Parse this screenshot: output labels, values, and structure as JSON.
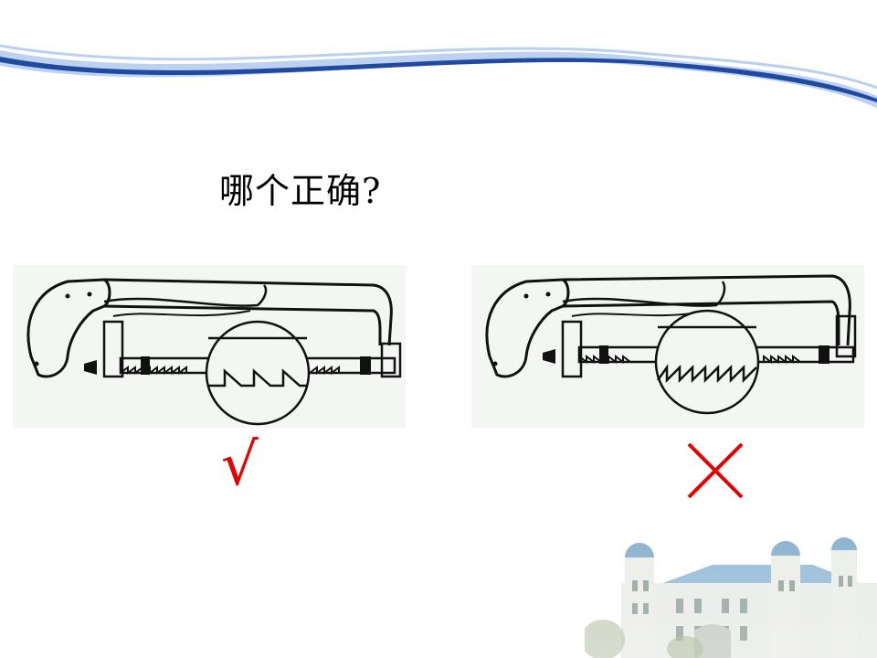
{
  "question": "哪个正确?",
  "marks": {
    "correct": "√",
    "wrong": "×"
  },
  "colors": {
    "wave_dark": "#1f4aa0",
    "wave_light": "#8fb4e6",
    "mark": "#e60000",
    "panel_bg": "#f4f6f4"
  },
  "panels": [
    {
      "teeth_direction": "forward",
      "verdict": "correct"
    },
    {
      "teeth_direction": "backward",
      "verdict": "wrong"
    }
  ]
}
